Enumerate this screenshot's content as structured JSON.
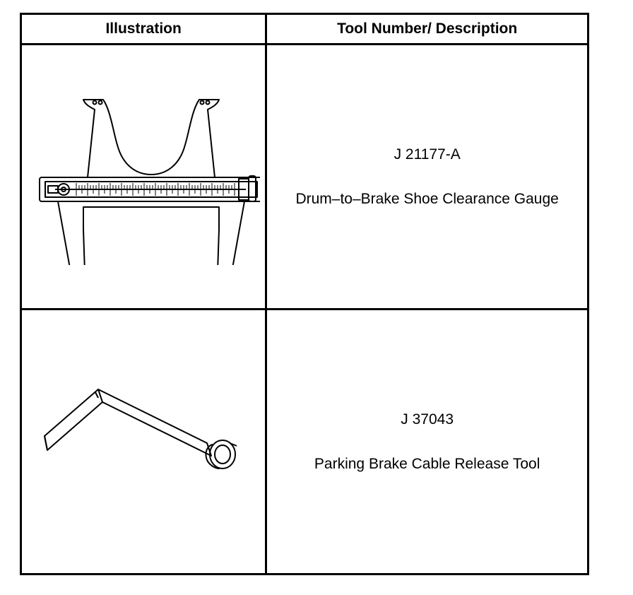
{
  "table": {
    "headers": {
      "illustration": "Illustration",
      "description": "Tool Number/ Description"
    },
    "rows": [
      {
        "tool_number": "J 21177-A",
        "description": "Drum–to–Brake Shoe Clearance Gauge",
        "illustration_icon": "brake-shoe-clearance-gauge-icon"
      },
      {
        "tool_number": "J 37043",
        "description": "Parking Brake Cable Release Tool",
        "illustration_icon": "parking-brake-cable-release-tool-icon"
      }
    ]
  }
}
